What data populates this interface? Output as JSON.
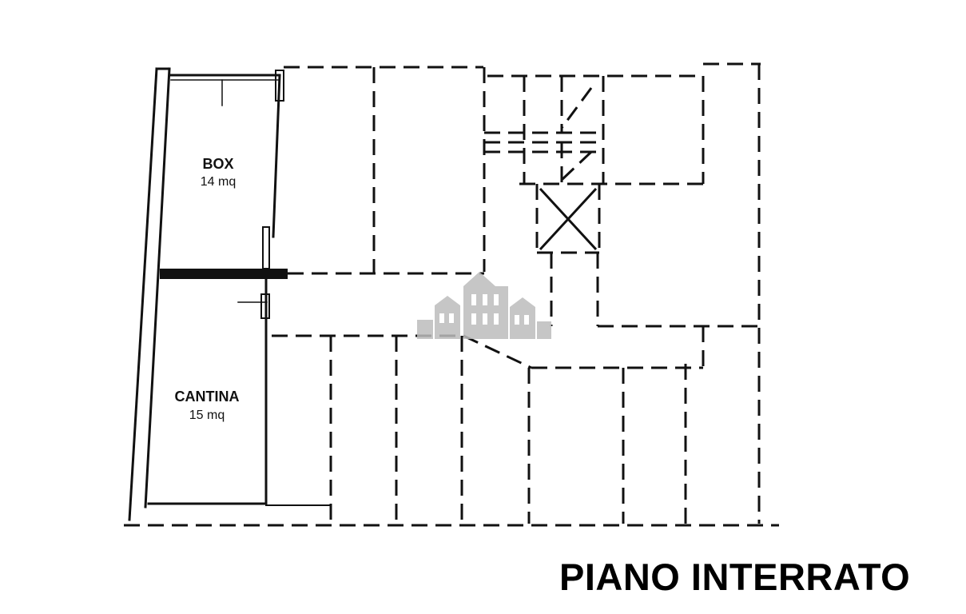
{
  "floor_title": "PIANO INTERRATO",
  "rooms": {
    "box": {
      "name": "BOX",
      "area": "14 mq"
    },
    "cantina": {
      "name": "CANTINA",
      "area": "15 mq"
    }
  },
  "colors": {
    "ink": "#111111",
    "watermark": "#bdbdbd"
  }
}
